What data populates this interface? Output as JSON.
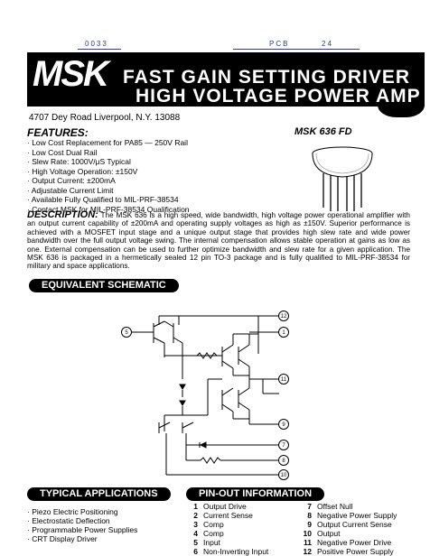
{
  "header": {
    "doc_number": "0033",
    "pcb_label": "PCB",
    "pcb_number": "24"
  },
  "banner": {
    "logo": "MSK",
    "title_line1": "FAST GAIN SETTING DRIVER",
    "title_line2": "HIGH VOLTAGE POWER AMP"
  },
  "address": "4707 Dey Road  Liverpool, N.Y. 13088",
  "features": {
    "heading": "FEATURES:",
    "items": [
      "Low Cost Replacement for PA85 — 250V Rail",
      "Low Cost Dual Rail",
      "Slew Rate: 1000V/μS Typical",
      "High Voltage Operation: ±150V",
      "Output Current: ±200mA",
      "Adjustable Current Limit",
      "Available Fully Qualified to MIL-PRF-38534",
      "   Contact MSK for MIL-PRF-38534 Qualification"
    ]
  },
  "part_number": "MSK 636 FD",
  "description": {
    "heading": "DESCRIPTION:",
    "text": "The MSK 636 is a high speed, wide bandwidth, high voltage power operational amplifier with an output current capability of ±200mA and operating supply voltages as high as ±150V. Superior performance is achieved with a MOSFET input stage and a unique output stage that provides high slew rate and wide power bandwidth over the full output voltage swing. The internal compensation allows stable operation at gains as low as one. External compensation can be used to further optimize bandwidth and slew rate for a given application. The MSK 636 is packaged in a hermetically sealed 12 pin TO-3 package and is fully qualified to MIL-PRF-38534 for military and space applications."
  },
  "schematic": {
    "heading": "EQUIVALENT SCHEMATIC",
    "pins": [
      "12",
      "1",
      "11",
      "9",
      "7",
      "8",
      "10"
    ],
    "input_pin": "5"
  },
  "applications": {
    "heading": "TYPICAL APPLICATIONS",
    "items": [
      "Piezo Electric Positioning",
      "Electrostatic Deflection",
      "Programmable Power Supplies",
      "CRT Display Driver"
    ]
  },
  "pinout": {
    "heading": "PIN-OUT INFORMATION",
    "left": [
      {
        "pin": "1",
        "label": "Output Drive"
      },
      {
        "pin": "2",
        "label": "Current Sense"
      },
      {
        "pin": "3",
        "label": "Comp"
      },
      {
        "pin": "4",
        "label": "Comp"
      },
      {
        "pin": "5",
        "label": "Input"
      },
      {
        "pin": "6",
        "label": "Non-Inverting Input"
      }
    ],
    "right": [
      {
        "pin": "7",
        "label": "Offset Null"
      },
      {
        "pin": "8",
        "label": "Negative Power Supply"
      },
      {
        "pin": "9",
        "label": "Output Current Sense"
      },
      {
        "pin": "10",
        "label": "Output"
      },
      {
        "pin": "11",
        "label": "Negative Power Drive"
      },
      {
        "pin": "12",
        "label": "Positive Power Supply"
      }
    ]
  }
}
